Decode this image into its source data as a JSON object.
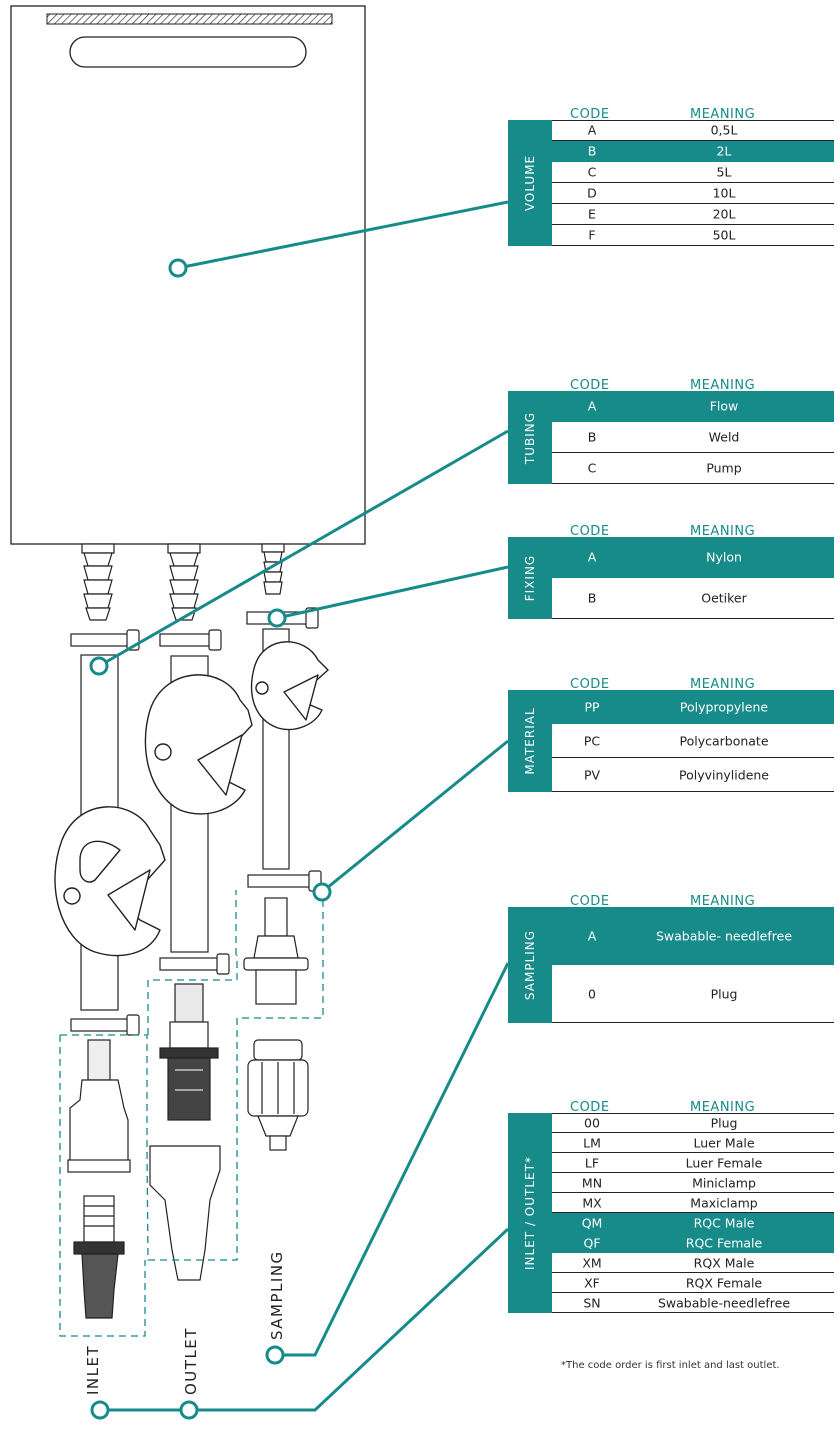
{
  "tables": [
    {
      "id": "volume",
      "label": "VOLUME",
      "code_header": "CODE",
      "meaning_header": "MEANING",
      "rows": [
        {
          "code": "A",
          "meaning": "0,5L",
          "highlight": false
        },
        {
          "code": "B",
          "meaning": "2L",
          "highlight": true
        },
        {
          "code": "C",
          "meaning": "5L",
          "highlight": false
        },
        {
          "code": "D",
          "meaning": "10L",
          "highlight": false
        },
        {
          "code": "E",
          "meaning": "20L",
          "highlight": false
        },
        {
          "code": "F",
          "meaning": "50L",
          "highlight": false
        }
      ]
    },
    {
      "id": "tubing",
      "label": "TUBING",
      "code_header": "CODE",
      "meaning_header": "MEANING",
      "rows": [
        {
          "code": "A",
          "meaning": "Flow",
          "highlight": true
        },
        {
          "code": "B",
          "meaning": "Weld",
          "highlight": false
        },
        {
          "code": "C",
          "meaning": "Pump",
          "highlight": false
        }
      ]
    },
    {
      "id": "fixing",
      "label": "FIXING",
      "code_header": "CODE",
      "meaning_header": "MEANING",
      "rows": [
        {
          "code": "A",
          "meaning": "Nylon",
          "highlight": true
        },
        {
          "code": "B",
          "meaning": "Oetiker",
          "highlight": false
        }
      ]
    },
    {
      "id": "material",
      "label": "MATERIAL",
      "code_header": "CODE",
      "meaning_header": "MEANING",
      "rows": [
        {
          "code": "PP",
          "meaning": "Polypropylene",
          "highlight": true
        },
        {
          "code": "PC",
          "meaning": "Polycarbonate",
          "highlight": false
        },
        {
          "code": "PV",
          "meaning": "Polyvinylidene",
          "highlight": false
        }
      ]
    },
    {
      "id": "sampling",
      "label": "SAMPLING",
      "code_header": "CODE",
      "meaning_header": "MEANING",
      "rows": [
        {
          "code": "A",
          "meaning": "Swabable- needlefree",
          "highlight": true
        },
        {
          "code": "0",
          "meaning": "Plug",
          "highlight": false
        }
      ]
    },
    {
      "id": "inlet-outlet",
      "label": "INLET / OUTLET*",
      "code_header": "CODE",
      "meaning_header": "MEANING",
      "rows": [
        {
          "code": "00",
          "meaning": "Plug",
          "highlight": false
        },
        {
          "code": "LM",
          "meaning": "Luer Male",
          "highlight": false
        },
        {
          "code": "LF",
          "meaning": "Luer Female",
          "highlight": false
        },
        {
          "code": "MN",
          "meaning": "Miniclamp",
          "highlight": false
        },
        {
          "code": "MX",
          "meaning": "Maxiclamp",
          "highlight": false
        },
        {
          "code": "QM",
          "meaning": "RQC Male",
          "highlight": true
        },
        {
          "code": "QF",
          "meaning": "RQC Female",
          "highlight": true
        },
        {
          "code": "XM",
          "meaning": "RQX Male",
          "highlight": false
        },
        {
          "code": "XF",
          "meaning": "RQX Female",
          "highlight": false
        },
        {
          "code": "SN",
          "meaning": "Swabable-needlefree",
          "highlight": false
        }
      ]
    }
  ],
  "footnote": "*The code order is first inlet and last outlet.",
  "port_labels": {
    "inlet": "INLET",
    "outlet": "OUTLET",
    "sampling": "SAMPLING"
  },
  "colors": {
    "teal": "#178a8a",
    "line": "#222222"
  }
}
